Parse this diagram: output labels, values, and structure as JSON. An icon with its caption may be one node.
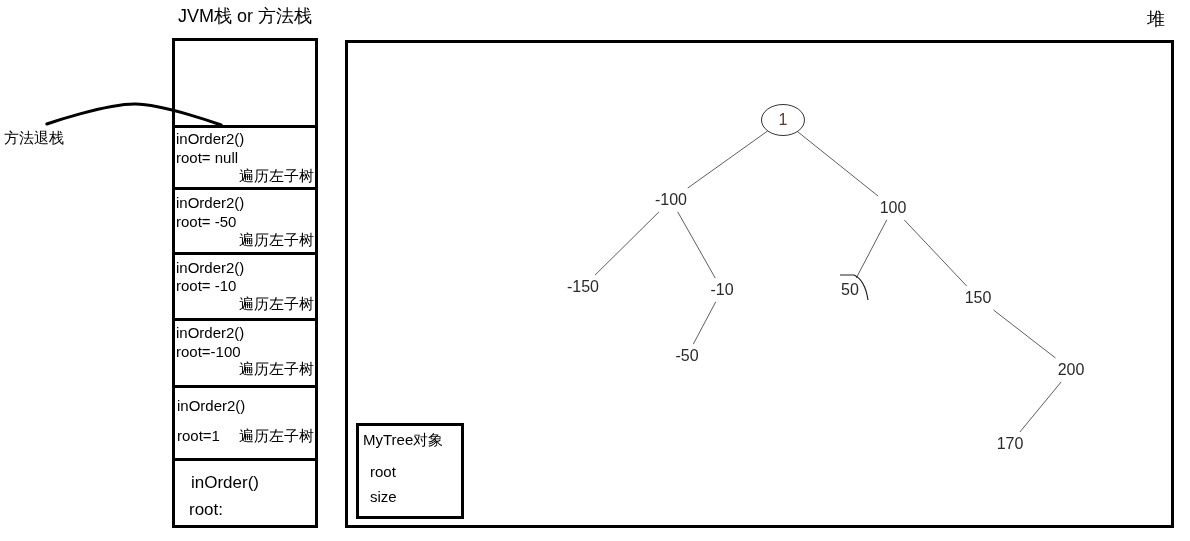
{
  "diagram": {
    "nodes": [
      {
        "text": [
          "方法退栈"
        ]
      },
      {
        "text": [
          "JVM栈 or 方法栈"
        ]
      },
      {
        "text": [
          "inOrder2()",
          "root= null",
          "遍历左子树"
        ],
        "in": 1
      },
      {
        "text": [
          "inOrder2()",
          "root= -50",
          "遍历左子树"
        ],
        "in": 1
      },
      {
        "text": [
          "inOrder2()",
          "root= -10",
          "遍历左子树"
        ],
        "in": 1
      },
      {
        "text": [
          "inOrder2()",
          "root=-100",
          "遍历左子树"
        ],
        "in": 1
      },
      {
        "text": [
          "inOrder2()",
          "root=1",
          "遍历左子树"
        ],
        "in": 1
      },
      {
        "text": [
          "inOrder()",
          "root:"
        ],
        "in": 1
      },
      {
        "text": [
          "堆"
        ]
      },
      {
        "text": [
          "1"
        ],
        "in": 8
      },
      {
        "text": [
          "-100"
        ],
        "in": 8
      },
      {
        "text": [
          "100"
        ],
        "in": 8
      },
      {
        "text": [
          "-150"
        ],
        "in": 8
      },
      {
        "text": [
          "-10"
        ],
        "in": 8
      },
      {
        "text": [
          "50"
        ],
        "in": 8
      },
      {
        "text": [
          "150"
        ],
        "in": 8
      },
      {
        "text": [
          "-50"
        ],
        "in": 8
      },
      {
        "text": [
          "200"
        ],
        "in": 8
      },
      {
        "text": [
          "170"
        ],
        "in": 8
      },
      {
        "text": [
          "MyTree对象",
          "root",
          "size"
        ],
        "in": 8
      }
    ],
    "edges": [
      {
        "from": 0,
        "to": 2,
        "arrow": "none",
        "style": "thick",
        "color": "#000000"
      },
      {
        "from": 9,
        "to": 10,
        "arrow": "none"
      },
      {
        "from": 9,
        "to": 11,
        "arrow": "none"
      },
      {
        "from": 10,
        "to": 12,
        "arrow": "none"
      },
      {
        "from": 10,
        "to": 13,
        "arrow": "none"
      },
      {
        "from": 11,
        "to": 14,
        "arrow": "none"
      },
      {
        "from": 11,
        "to": 15,
        "arrow": "none"
      },
      {
        "from": 13,
        "to": 16,
        "arrow": "none"
      },
      {
        "from": 15,
        "to": 17,
        "arrow": "none"
      },
      {
        "from": 17,
        "to": 18,
        "arrow": "none"
      }
    ]
  }
}
